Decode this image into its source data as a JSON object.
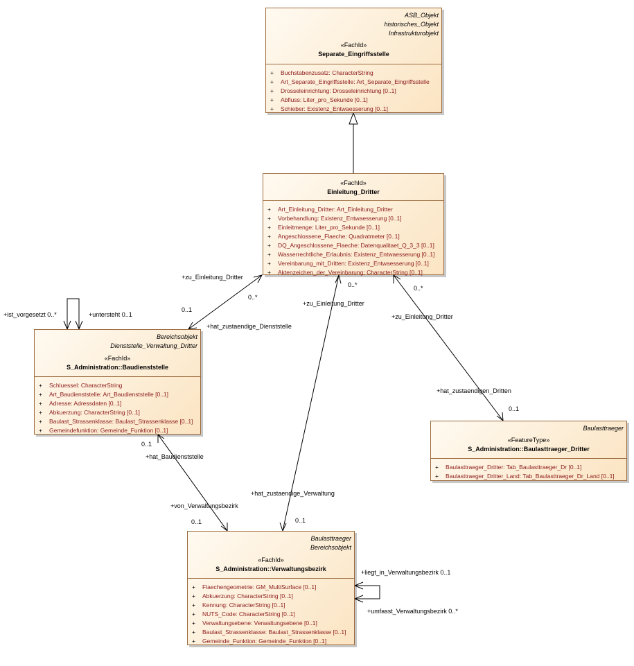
{
  "classes": {
    "separate": {
      "parents": [
        "ASB_Objekt",
        "historisches_Objekt",
        "Infrastrukturobjekt"
      ],
      "stereotype": "«FachId»",
      "name": "Separate_Eingriffsstelle",
      "attributes": [
        "Buchstabenzusatz: CharacterString",
        "Art_Separate_Eingriffsstelle: Art_Separate_Eingriffsstelle",
        "Drosseleinrichtung: Drosseleinrichtung [0..1]",
        "Abfluss: Liter_pro_Sekunde [0..1]",
        "Schieber: Existenz_Entwaesserung [0..1]"
      ]
    },
    "einleitung": {
      "parents": [],
      "stereotype": "«FachId»",
      "name": "Einleitung_Dritter",
      "attributes": [
        "Art_Einleitung_Dritter: Art_Einleitung_Dritter",
        "Vorbehandlung: Existenz_Entwaesserung [0..1]",
        "Einleitmenge: Liter_pro_Sekunde [0..1]",
        "Angeschlossene_Flaeche: Quadratmeter [0..1]",
        "DQ_Angeschlossene_Flaeche: Datenqualitaet_Q_3_3 [0..1]",
        "Wasserrechtliche_Erlaubnis: Existenz_Entwaesserung [0..1]",
        "Vereinbarung_mit_Dritten: Existenz_Entwaesserung [0..1]",
        "Aktenzeichen_der_Vereinbarung: CharacterString [0..1]"
      ]
    },
    "baudienststelle": {
      "parents": [
        "Bereichsobjekt",
        "Dienststelle_Verwaltung_Dritter"
      ],
      "stereotype": "«FachId»",
      "name": "S_Administration::Baudienststelle",
      "attributes": [
        "Schluessel: CharacterString",
        "Art_Baudienststelle: Art_Baudienststelle [0..1]",
        "Adresse: Adressdaten [0..1]",
        "Abkuerzung: CharacterString [0..1]",
        "Baulast_Strassenklasse: Baulast_Strassenklasse [0..1]",
        "Gemeindefunktion: Gemeinde_Funktion [0..1]"
      ]
    },
    "baulasttraeger": {
      "parents": [
        "Baulasttraeger"
      ],
      "stereotype": "«FeatureType»",
      "name": "S_Administration::Baulasttraeger_Dritter",
      "attributes": [
        "Baulasttraeger_Dritter: Tab_Baulasttraeger_Dr [0..1]",
        "Baulasttraeger_Dritter_Land: Tab_Baulasttraeger_Dr_Land [0..1]"
      ]
    },
    "verwaltungsbezirk": {
      "parents": [
        "Baulasttraeger",
        "Bereichsobjekt"
      ],
      "stereotype": "«FachId»",
      "name": "S_Administration::Verwaltungsbezirk",
      "attributes": [
        "Flaechengeometrie: GM_MultiSurface [0..1]",
        "Abkuerzung: CharacterString [0..1]",
        "Kennung: CharacterString [0..1]",
        "NUTS_Code: CharacterString [0..1]",
        "Verwaltungsebene: Verwaltungsebene [0..1]",
        "Baulast_Strassenklasse: Baulast_Strassenklasse [0..1]",
        "Gemeinde_Funktion: Gemeinde_Funktion [0..1]"
      ]
    }
  },
  "attribute_marker": "+",
  "labels": {
    "zu_einleitung_left": "+zu_Einleitung_Dritter",
    "mult_left_top": "0..*",
    "mult_left_bottom": "0..1",
    "hat_zustaendige_dienststelle": "+hat_zustaendige_Dienststelle",
    "zu_einleitung_mid": "+zu_Einleitung_Dritter",
    "mult_mid_top": "0..*",
    "hat_zustaendige_verwaltung": "+hat_zustaendige_Verwaltung",
    "mult_mid_bottom": "0..1",
    "zu_einleitung_right": "+zu_Einleitung_Dritter",
    "mult_right_top": "0..*",
    "hat_zustaendigen_dritten": "+hat_zustaendigen_Dritten",
    "mult_right_bottom": "0..1",
    "ist_vorgesetzt": "+ist_vorgesetzt 0..*",
    "untersteht": "+untersteht 0..1",
    "mult_baud_bottom": "0..1",
    "hat_baudienststelle": "+hat_Baudienststelle",
    "von_verwaltungsbezirk": "+von_Verwaltungsbezirk",
    "mult_vb_top": "0..1",
    "liegt_in": "+liegt_in_Verwaltungsbezirk 0..1",
    "umfasst": "+umfasst_Verwaltungsbezirk 0..*"
  }
}
